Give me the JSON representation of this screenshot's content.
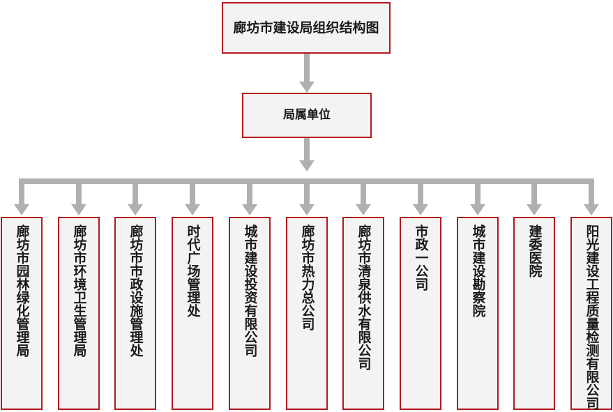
{
  "chart_data": {
    "type": "diagram",
    "diagram_kind": "organizational-chart",
    "title": "廊坊市建设局组织结构图",
    "orientation": "top-down",
    "levels": [
      {
        "level": 1,
        "nodes": [
          {
            "id": "root",
            "label": "廊坊市建设局组织结构图"
          }
        ]
      },
      {
        "level": 2,
        "nodes": [
          {
            "id": "affiliated-units",
            "label": "局属单位"
          }
        ]
      },
      {
        "level": 3,
        "nodes": [
          {
            "id": "leaf-1",
            "label": "廊坊市园林绿化管理局"
          },
          {
            "id": "leaf-2",
            "label": "廊坊市环境卫生管理局"
          },
          {
            "id": "leaf-3",
            "label": "廊坊市市政设施管理处"
          },
          {
            "id": "leaf-4",
            "label": "时代广场管理处"
          },
          {
            "id": "leaf-5",
            "label": "城市建设投资有限公司"
          },
          {
            "id": "leaf-6",
            "label": "廊坊市热力总公司"
          },
          {
            "id": "leaf-7",
            "label": "廊坊市清泉供水有限公司"
          },
          {
            "id": "leaf-8",
            "label": "市政一公司"
          },
          {
            "id": "leaf-9",
            "label": "城市建设勘察院"
          },
          {
            "id": "leaf-10",
            "label": "建委医院"
          },
          {
            "id": "leaf-11",
            "label": "阳光建设工程质量检测有限公司"
          }
        ]
      }
    ],
    "edges": [
      {
        "from": "root",
        "to": "affiliated-units",
        "style": "arrow"
      },
      {
        "from": "affiliated-units",
        "to": "leaf-1",
        "style": "arrow"
      },
      {
        "from": "affiliated-units",
        "to": "leaf-2",
        "style": "arrow"
      },
      {
        "from": "affiliated-units",
        "to": "leaf-3",
        "style": "arrow"
      },
      {
        "from": "affiliated-units",
        "to": "leaf-4",
        "style": "arrow"
      },
      {
        "from": "affiliated-units",
        "to": "leaf-5",
        "style": "arrow"
      },
      {
        "from": "affiliated-units",
        "to": "leaf-6",
        "style": "arrow"
      },
      {
        "from": "affiliated-units",
        "to": "leaf-7",
        "style": "arrow"
      },
      {
        "from": "affiliated-units",
        "to": "leaf-8",
        "style": "arrow"
      },
      {
        "from": "affiliated-units",
        "to": "leaf-9",
        "style": "arrow"
      },
      {
        "from": "affiliated-units",
        "to": "leaf-10",
        "style": "arrow"
      },
      {
        "from": "affiliated-units",
        "to": "leaf-11",
        "style": "arrow"
      }
    ],
    "colors": {
      "box_border": "#b3191f",
      "box_fill": "#f3f3f3",
      "connector": "#b0b0b0",
      "text": "#1a1a1a",
      "background": "#ffffff"
    },
    "leaf_text_direction": "vertical"
  },
  "root": {
    "label": "廊坊市建设局组织结构图"
  },
  "unit": {
    "label": "局属单位"
  },
  "leaves": [
    {
      "label": "廊坊市园林绿化管理局"
    },
    {
      "label": "廊坊市环境卫生管理局"
    },
    {
      "label": "廊坊市市政设施管理处"
    },
    {
      "label": "时代广场管理处"
    },
    {
      "label": "城市建设投资有限公司"
    },
    {
      "label": "廊坊市热力总公司"
    },
    {
      "label": "廊坊市清泉供水有限公司"
    },
    {
      "label": "市政一公司"
    },
    {
      "label": "城市建设勘察院"
    },
    {
      "label": "建委医院"
    },
    {
      "label": "阳光建设工程质量检测有限公司"
    }
  ]
}
